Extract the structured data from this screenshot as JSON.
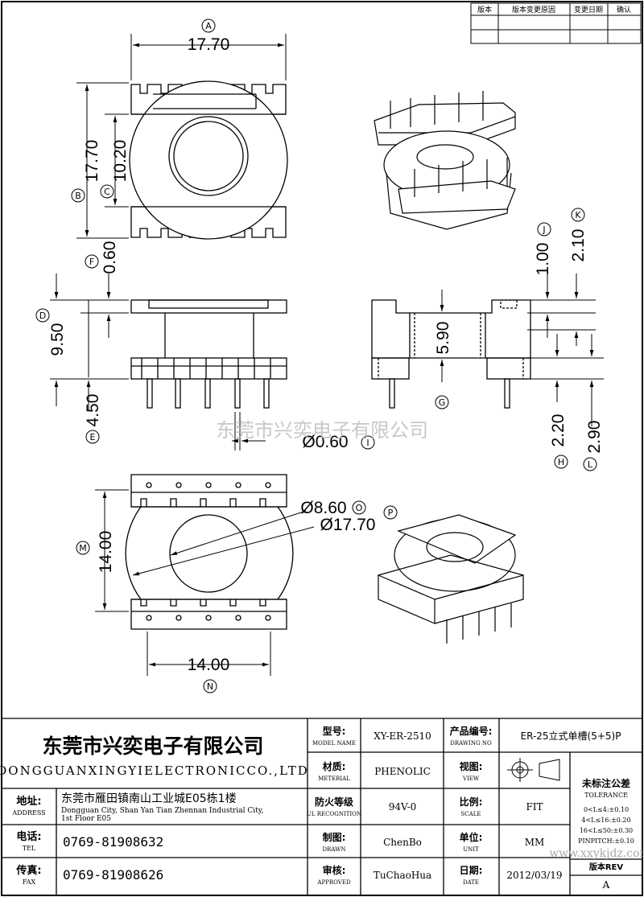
{
  "revision_table": {
    "headers": [
      "版本",
      "版本变更原因",
      "变更日期",
      "确认"
    ]
  },
  "dimensions": {
    "A": "17.70",
    "B": "17.70",
    "C": "10.20",
    "D": "9.50",
    "E": "4.50",
    "F": "0.60",
    "G": "5.90",
    "H": "2.20",
    "I": "Ø0.60",
    "J": "1.00",
    "K": "2.10",
    "L": "2.90",
    "M": "14.00",
    "N": "14.00",
    "O": "Ø8.60",
    "P": "Ø17.70"
  },
  "markers": {
    "A": "A",
    "B": "B",
    "C": "C",
    "D": "D",
    "E": "E",
    "F": "F",
    "G": "G",
    "H": "H",
    "I": "I",
    "J": "J",
    "K": "K",
    "L": "L",
    "M": "M",
    "N": "N",
    "O": "O",
    "P": "P"
  },
  "watermark": "东莞市兴奕电子有限公司",
  "title_block": {
    "company_cn": "东莞市兴奕电子有限公司",
    "company_en": "DONGGUANXINGYIELECTRONICCO.,LTD",
    "address_label_cn": "地址:",
    "address_label_en": "ADDRESS",
    "address_cn": "东莞市雁田镇南山工业城E05栋1楼",
    "address_en_1": "Dongguan City, Shan Yan Tian Zhennan Industrial City,",
    "address_en_2": "1st Floor E05",
    "tel_label_cn": "电话:",
    "tel_label_en": "TEL",
    "tel": "0769-81908632",
    "fax_label_cn": "传真:",
    "fax_label_en": "FAX",
    "fax": "0769-81908626",
    "model_label_cn": "型号:",
    "model_label_en": "MODEL NAME",
    "model": "XY-ER-2510",
    "drawing_label_cn": "产品编号:",
    "drawing_label_en": "DRAWING NO",
    "drawing_no": "ER-25立式单槽(5+5)P",
    "material_label_cn": "材质:",
    "material_label_en": "METERIAL",
    "material": "PHENOLIC",
    "view_label_cn": "视图:",
    "view_label_en": "VIEW",
    "ul_label_cn": "防火等级",
    "ul_label_en": "UL RECOGNITION",
    "ul": "94V-0",
    "scale_label_cn": "比例:",
    "scale_label_en": "SCALE",
    "scale": "FIT",
    "drawn_label_cn": "制图:",
    "drawn_label_en": "DRAWN",
    "drawn": "ChenBo",
    "unit_label_cn": "单位:",
    "unit_label_en": "UNIT",
    "unit": "MM",
    "approved_label_cn": "审核:",
    "approved_label_en": "APPROVED",
    "approved": "TuChaoHua",
    "date_label_cn": "日期:",
    "date_label_en": "DATE",
    "date": "2012/03/19",
    "tolerance_cn": "未标注公差",
    "tolerance_en": "TOLERANCE",
    "tolerance_rows": [
      "0<L≤4:±0.10",
      "4<L≤16:±0.20",
      "16<L≤50:±0.30",
      "PINPITCH:±0.10"
    ],
    "rev_label": "版本REV",
    "rev": "A",
    "site_watermark": "www.xxykjdz.com"
  }
}
